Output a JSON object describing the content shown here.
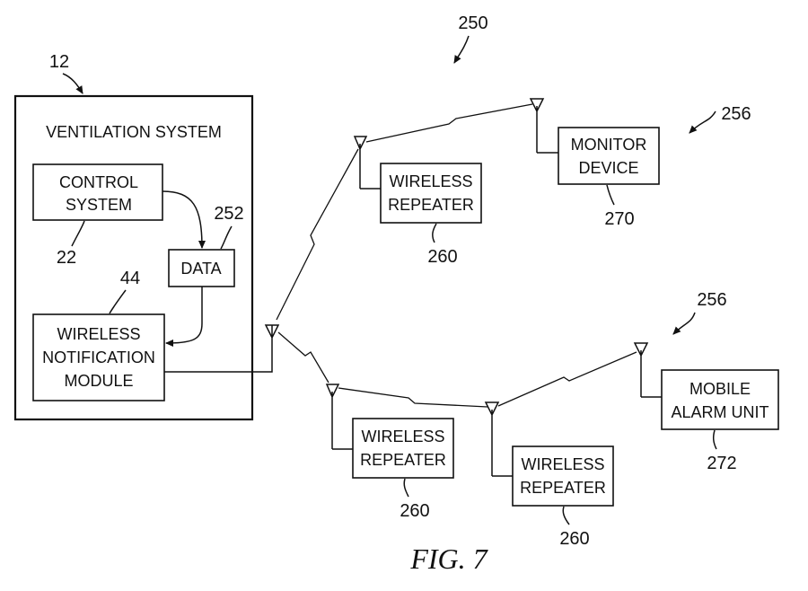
{
  "figure_label": "FIG. 7",
  "refs": {
    "network": "250",
    "ventilation": "12",
    "control": "22",
    "data": "252",
    "module": "44",
    "remote_top": "256",
    "remote_bottom": "256",
    "repeater_top": "260",
    "repeater_bl": "260",
    "repeater_br": "260",
    "monitor": "270",
    "alarm": "272"
  },
  "labels": {
    "ventilation_system": "VENTILATION SYSTEM",
    "control_system": [
      "CONTROL",
      "SYSTEM"
    ],
    "data": "DATA",
    "notification_module": [
      "WIRELESS",
      "NOTIFICATION",
      "MODULE"
    ],
    "repeater": [
      "WIRELESS",
      "REPEATER"
    ],
    "monitor_device": [
      "MONITOR",
      "DEVICE"
    ],
    "mobile_alarm": [
      "MOBILE",
      "ALARM UNIT"
    ]
  }
}
